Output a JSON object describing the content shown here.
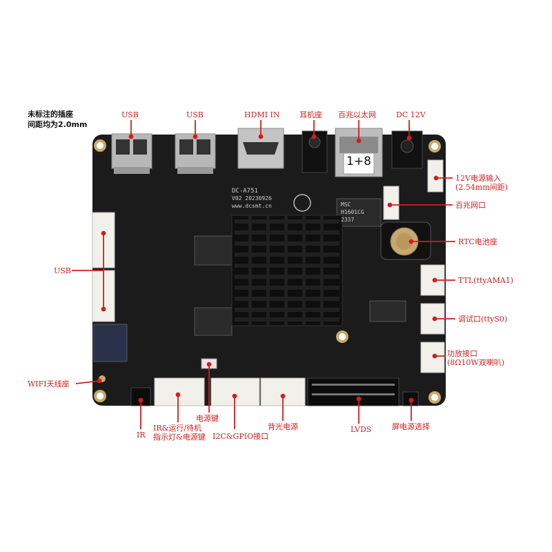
{
  "note": {
    "line1": "未标注的插座",
    "line2": "间距均为2.0mm"
  },
  "labels": {
    "usb_top_left": "USB",
    "usb_top_right": "USB",
    "hdmi_in": "HDMI IN",
    "headphone_jack": "耳机座",
    "ethernet": "百兆以太网",
    "dc_12v": "DC 12V",
    "power_input_line1": "12V电源输入",
    "power_input_line2": "(2.54mm间距)",
    "ethernet_port": "百兆网口",
    "rtc_battery": "RTC电池座",
    "ttl": "TTL(ttyAMA1)",
    "debug_port": "调试口(ttyS0)",
    "amp_line1": "功放接口",
    "amp_line2": "(8Ω10W双喇叭)",
    "usb_left": "USB",
    "wifi_antenna": "WIFI天线座",
    "ir": "IR",
    "ir_run_line1": "IR&运行/待机",
    "ir_run_line2": "指示灯&电源键",
    "power_key": "电源键",
    "i2c_gpio": "I2C&GPIO接口",
    "backlight_power": "背光电源",
    "lvds": "LVDS",
    "screen_power_select": "屏电源选择"
  },
  "silkscreen": {
    "model": "DC-A751",
    "version": "V02 20230926",
    "url": "www.dcsmt.cn",
    "eth_sticker": "1+8",
    "magnetics_brand": "MSC",
    "magnetics_part": "H1601CG",
    "magnetics_code": "2337"
  },
  "colors": {
    "label_red": "#d41c1c",
    "board": "#1b1b1c",
    "heatsink": "#0e0e0e",
    "connector_white": "#f2f0ea"
  }
}
